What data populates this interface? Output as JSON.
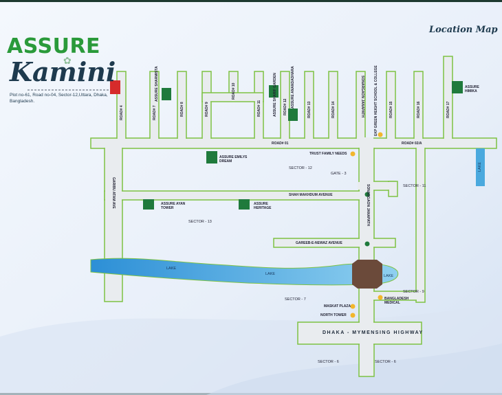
{
  "header": {
    "brand_name": "ASSURE",
    "brand_sub": "Kamini",
    "address": "Plot no-61, Road no-04, Sector-12,Uttara, Dhaka, Bangladesh.",
    "map_title": "Location Map"
  },
  "roads": {
    "road_4": "ROAD# 4",
    "road_7": "ROAD# 7",
    "road_8": "ROAD# 8",
    "road_9": "ROAD# 9",
    "road_10": "ROAD# 10",
    "road_11": "ROAD# 11",
    "road_12": "ROAD# 12",
    "road_13": "ROAD# 13",
    "road_14": "ROAD# 14",
    "road_15": "ROAD# 15",
    "road_16": "ROAD# 16",
    "road_17": "ROAD# 17",
    "road_01": "ROAD# 01",
    "road_02a": "ROAD# 02/A",
    "sonargaon_top": "SONARGAON JANAPATH",
    "sonargaon_mid": "SONARGAON JANAPATH",
    "shah_makhdum": "SHAH MAKHDUM AVENUE",
    "gareeb": "GAREEB-E-NEWAZ AVENUE",
    "garibu": "GARIBU ATAM AVE",
    "highway": "DHAKA - MYMENSING HIGHWAY"
  },
  "projects": {
    "sharmista": "ASSURE SHARMISTA",
    "anandadhara": "ASSURE ANANDADHARA",
    "sharif_garden": "ASSURE SHARIF GARDEN",
    "himika": "ASSURE HIMIKA",
    "emilys_dream": "ASSURE EMILYS DREAM",
    "ayan_tower": "ASSURE AYAN TOWER",
    "heritage": "ASSURE HERITAGE"
  },
  "poi": {
    "ekp_school": "EKP GREEN HEIGHT SCHOOL & COLLEGE",
    "trust_family": "TRUST FAMILY NEEDS",
    "gate3": "GATE - 3",
    "maskat_plaza": "MASKAT PLAZA",
    "north_tower": "NORTH TOWER",
    "bangladesh_medical": "BANGLADESH MEDICAL"
  },
  "sectors": {
    "s12": "SECTOR - 12",
    "s11": "SECTOR - 11",
    "s13": "SECTOR - 13",
    "s9": "SECTOR - 9",
    "s7": "SECTOR - 7",
    "s6a": "SECTOR - 6",
    "s6b": "SECTOR - 6"
  },
  "lakes": {
    "lake_right": "LAKE",
    "lake_a": "LAKE",
    "lake_b": "LAKE",
    "lake_c": "LAKE"
  },
  "colors": {
    "road": "#e9ecef",
    "road_edge": "#7dc242",
    "project": "#1f7a3c",
    "site": "#d62b2b",
    "poi": "#f2b62c",
    "lake": "#4aa9de",
    "flyover": "#6b4a3a"
  }
}
